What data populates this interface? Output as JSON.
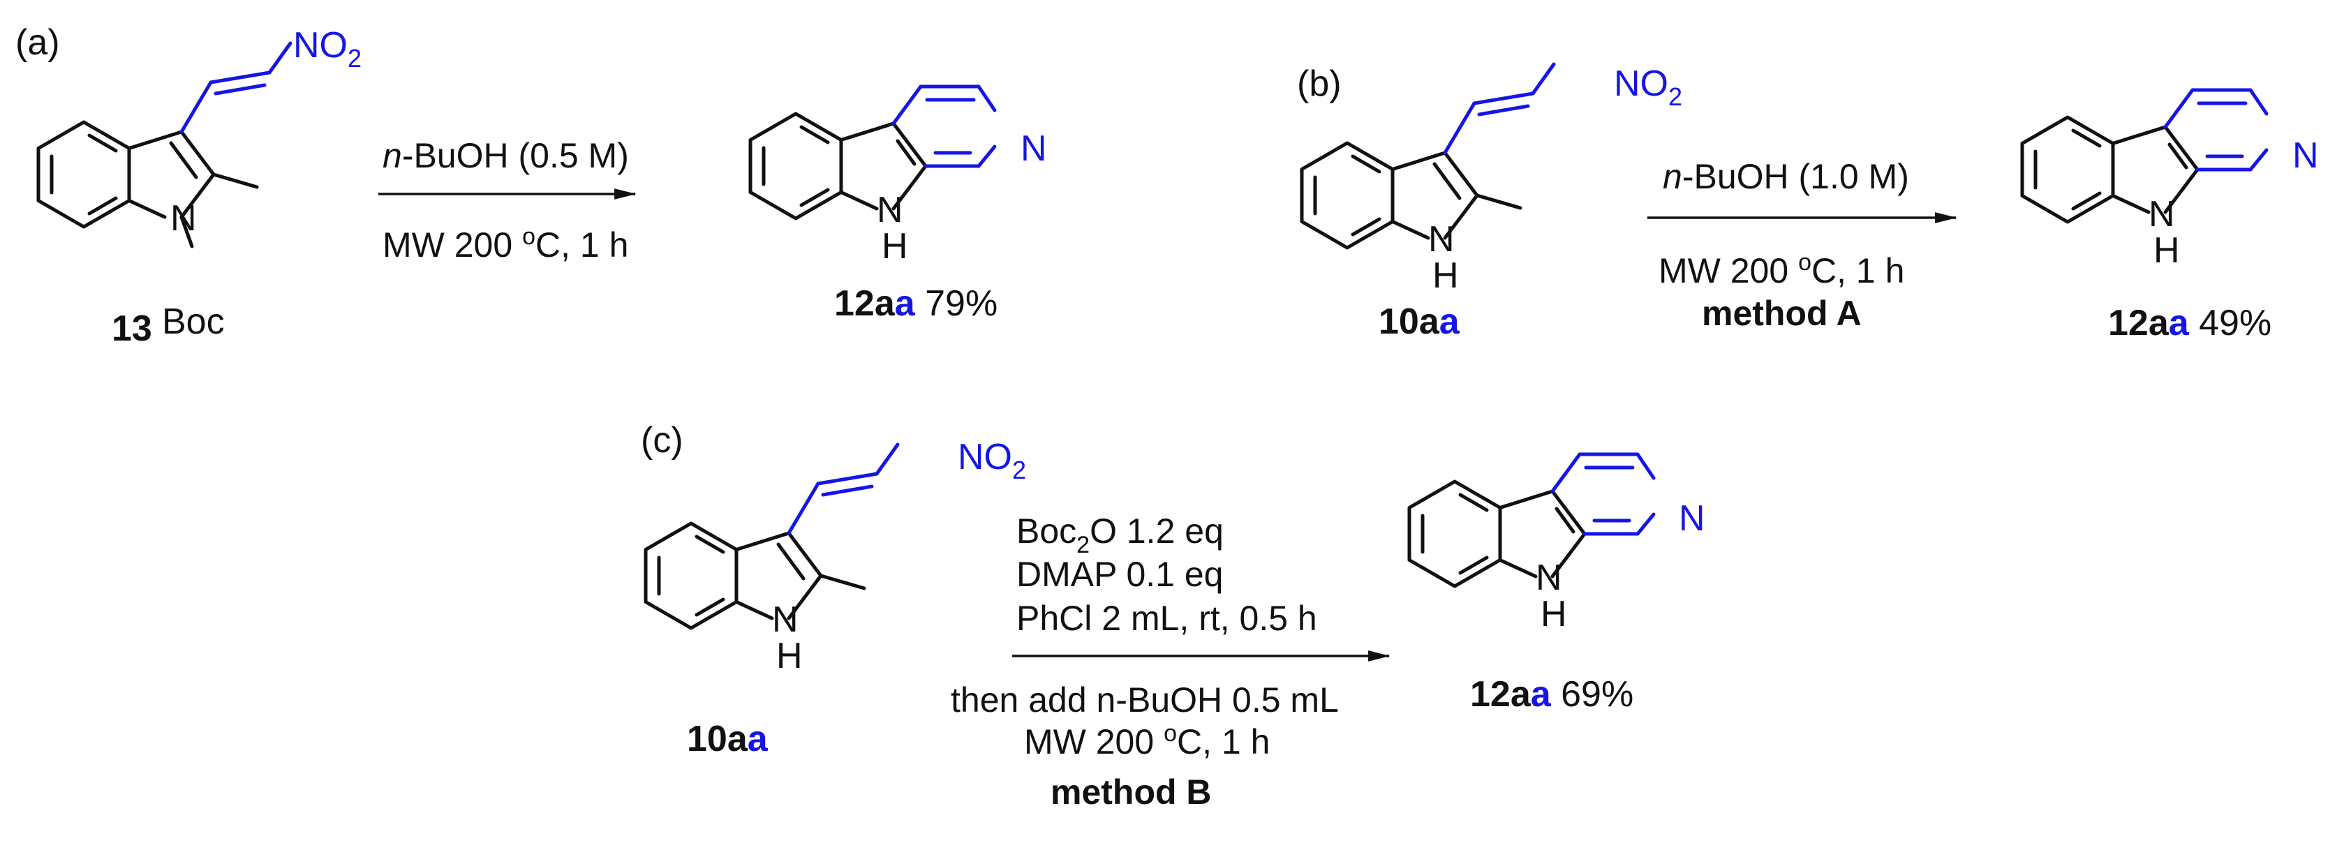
{
  "colors": {
    "ink": "#111111",
    "highlight": "#1515e6"
  },
  "panels": {
    "a": {
      "tag": "(a)",
      "sm": {
        "name": "13",
        "protecting_group": "Boc",
        "n_label": "N",
        "nitro_n": "NO",
        "nitro_sub": "2"
      },
      "cond_prefix": "n",
      "cond_rest": "-BuOH (0.5 M)",
      "cond2_pre": "MW 200 ",
      "cond2_sup": "o",
      "cond2_post": "C, 1 h",
      "product": {
        "name_main": "12a",
        "name_hl": "a",
        "yield": " 79%",
        "n_label": "N",
        "nh": "H",
        "pyridine_n": "N"
      }
    },
    "b": {
      "tag": "(b)",
      "sm": {
        "name_main": "10a",
        "name_hl": "a",
        "n_label": "N",
        "nh": "H",
        "nitro_n": "NO",
        "nitro_sub": "2"
      },
      "cond_prefix": "n",
      "cond_rest": "-BuOH (1.0 M)",
      "cond2_pre": "MW 200 ",
      "cond2_sup": "o",
      "cond2_post": "C, 1 h",
      "method": "method A",
      "product": {
        "name_main": "12a",
        "name_hl": "a",
        "yield": " 49%",
        "n_label": "N",
        "nh": "H",
        "pyridine_n": "N"
      }
    },
    "c": {
      "tag": "(c)",
      "sm": {
        "name_main": "10a",
        "name_hl": "a",
        "n_label": "N",
        "nh": "H",
        "nitro_n": "NO",
        "nitro_sub": "2"
      },
      "cond1_pre": "Boc",
      "cond1_sub": "2",
      "cond1_post": "O 1.2 eq",
      "cond2": "DMAP 0.1 eq",
      "cond3": "PhCl 2 mL, rt, 0.5 h",
      "cond4": "then add n-BuOH 0.5 mL",
      "cond5_pre": "MW 200 ",
      "cond5_sup": "o",
      "cond5_post": "C, 1 h",
      "method": "method B",
      "product": {
        "name_main": "12a",
        "name_hl": "a",
        "yield": " 69%",
        "n_label": "N",
        "nh": "H",
        "pyridine_n": "N"
      }
    }
  }
}
